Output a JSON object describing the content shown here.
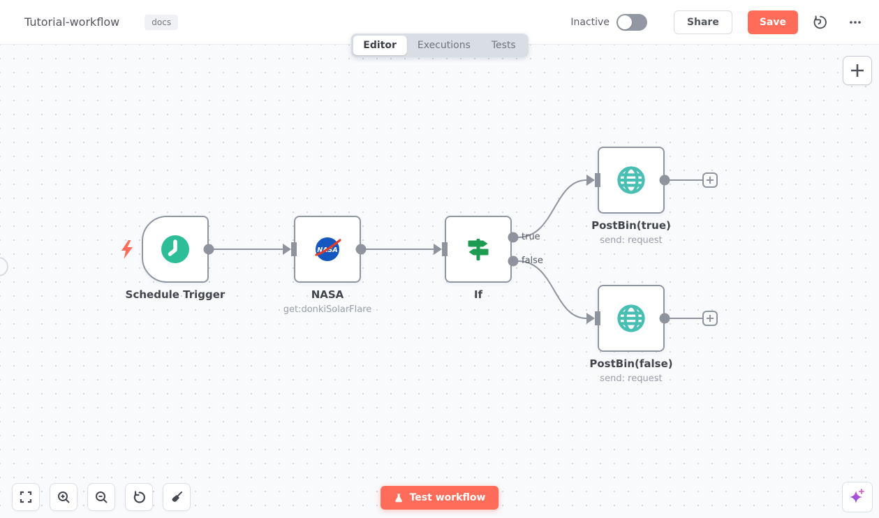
{
  "header": {
    "title": "Tutorial-workflow",
    "tag": "docs",
    "status_label": "Inactive",
    "status_active": false,
    "share_label": "Share",
    "save_label": "Save"
  },
  "tabs": {
    "editor": "Editor",
    "executions": "Executions",
    "tests": "Tests"
  },
  "canvas": {
    "nodes": {
      "schedule": {
        "name": "Schedule Trigger",
        "icon": "clock-icon",
        "trigger": true
      },
      "nasa": {
        "name": "NASA",
        "subtitle": "get:donkiSolarFlare",
        "icon": "nasa-logo-icon"
      },
      "if": {
        "name": "If",
        "icon": "signpost-icon",
        "output_labels": {
          "true": "true",
          "false": "false"
        }
      },
      "postbin_true": {
        "name": "PostBin(true)",
        "subtitle": "send: request",
        "icon": "globe-icon"
      },
      "postbin_false": {
        "name": "PostBin(false)",
        "subtitle": "send: request",
        "icon": "globe-icon"
      }
    },
    "connections": [
      {
        "from": "Schedule Trigger",
        "to": "NASA"
      },
      {
        "from": "NASA",
        "to": "If"
      },
      {
        "from": "If",
        "to": "PostBin(true)",
        "label": "true"
      },
      {
        "from": "If",
        "to": "PostBin(false)",
        "label": "false"
      }
    ]
  },
  "footer": {
    "test_button_label": "Test workflow"
  },
  "icons": {
    "history-icon": "clock with counterclockwise arrow",
    "more-menu-icon": "horizontal ellipsis",
    "clock-icon": "clock in green circle",
    "nasa-logo-icon": "NASA insignia",
    "signpost-icon": "green signpost arrows",
    "globe-icon": "teal wireframe globe",
    "lightning-icon": "coral lightning bolt",
    "plus-icon": "plus sign",
    "fit-view-icon": "corner brackets",
    "zoom-in-icon": "magnifier plus",
    "zoom-out-icon": "magnifier minus",
    "reset-zoom-icon": "counterclockwise arrow",
    "tidy-up-icon": "broom",
    "flask-icon": "lab flask",
    "ai-sparkle-icon": "purple-pink four point star"
  },
  "colors": {
    "accent": "#ff6d5a",
    "schedule_icon_green": "#2dbd97",
    "if_icon_green": "#1d9b50",
    "globe_icon_teal": "#49beb3",
    "nasa_blue": "#1557c0",
    "nasa_red": "#e23d28",
    "connector_gray": "#8e939d",
    "canvas_bg": "#f8fafc"
  }
}
